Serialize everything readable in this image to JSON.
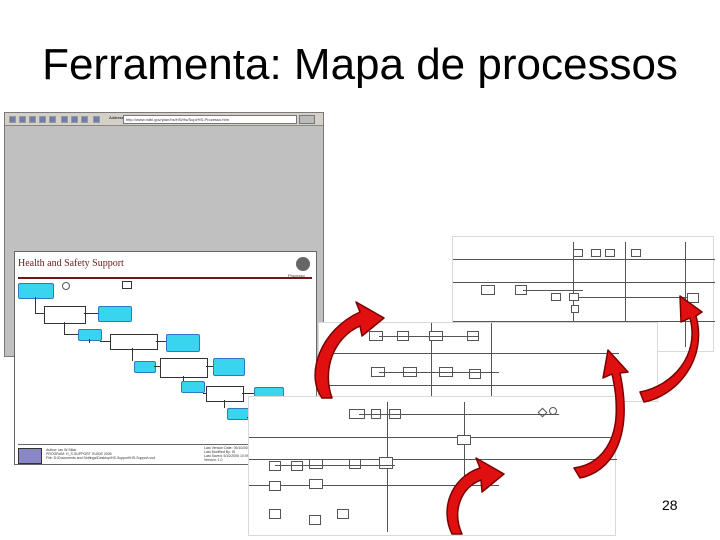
{
  "slide": {
    "title": "Ferramenta: Mapa de processos",
    "page_number": "28"
  },
  "browser": {
    "address_label": "Address",
    "address_url": "http://www.ndbl.gov/plan/hs/HS/Hs/Supl/HS-Processo.htm",
    "content": {
      "title": "Health and Safety Support",
      "logo_label": "Processo",
      "footer_line1": "Author: Ian W Sklar",
      "footer_line2": "PROGRAM: H_S-SUPPORT GUIDE 2005",
      "footer_line3": "File: D:\\Documents and Settings\\Desktop\\HS-Support\\HS-Support.vsd",
      "footer_line4": "Last Version Date: 05/10/2006",
      "footer_line5": "Last Modified By: IS",
      "footer_line6": "Last Saved: 5/10/2006 10:09 AM",
      "footer_line7": "Version: 1.0"
    }
  },
  "colors": {
    "node_fill": "#39d5ef",
    "header_text": "#6b1a1a",
    "arrow_red": "#e01010"
  },
  "icons": [
    "curved-arrow-icon"
  ]
}
